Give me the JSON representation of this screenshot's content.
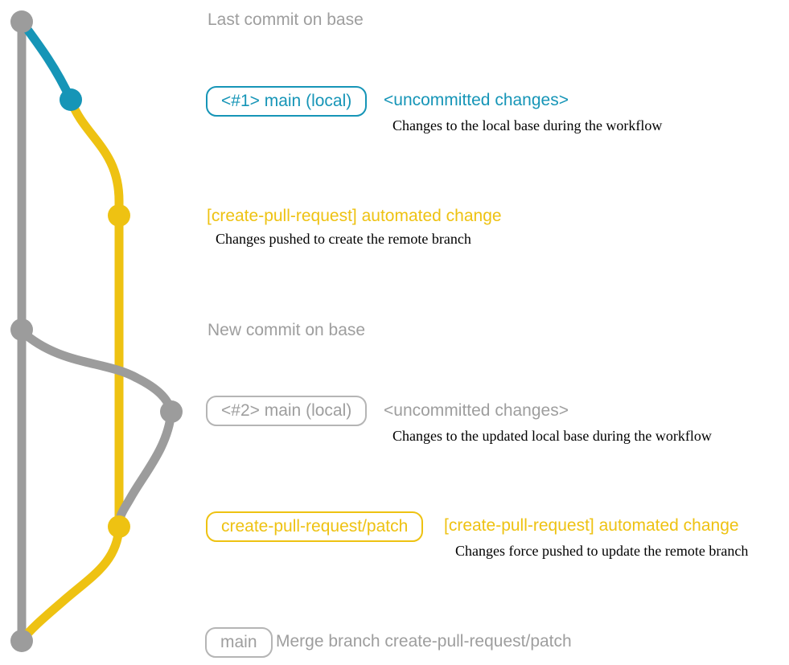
{
  "colors": {
    "gray_line": "#9c9c9c",
    "blue": "#1695b7",
    "yellow": "#eec212",
    "gray_text": "#9e9e9e",
    "black_text": "#000000",
    "background": "#ffffff"
  },
  "graph": {
    "commit_dots": [
      {
        "id": "base-last-commit",
        "color_key": "gray_line"
      },
      {
        "id": "local-main-1",
        "color_key": "blue"
      },
      {
        "id": "remote-branch-created",
        "color_key": "yellow"
      },
      {
        "id": "base-new-commit",
        "color_key": "gray_line"
      },
      {
        "id": "local-main-2",
        "color_key": "gray_line"
      },
      {
        "id": "remote-branch-updated",
        "color_key": "yellow"
      },
      {
        "id": "merge-commit",
        "color_key": "gray_line"
      }
    ]
  },
  "annotations": {
    "last_commit_on_base": "Last commit on base",
    "label_main_local_1": "<#1> main (local)",
    "uncommitted_changes_1": "<uncommitted changes>",
    "desc_uncommitted_1": "Changes to the local base during the workflow",
    "automated_change_1": "[create-pull-request] automated change",
    "desc_automated_1": "Changes pushed to create the remote branch",
    "new_commit_on_base": "New commit on base",
    "label_main_local_2": "<#2> main (local)",
    "uncommitted_changes_2": "<uncommitted changes>",
    "desc_uncommitted_2": "Changes to the updated local base during the workflow",
    "label_branch_patch": "create-pull-request/patch",
    "automated_change_2": "[create-pull-request] automated change",
    "desc_automated_2": "Changes force pushed to update the remote branch",
    "label_main": "main",
    "merge_commit_message": "Merge branch create-pull-request/patch"
  }
}
